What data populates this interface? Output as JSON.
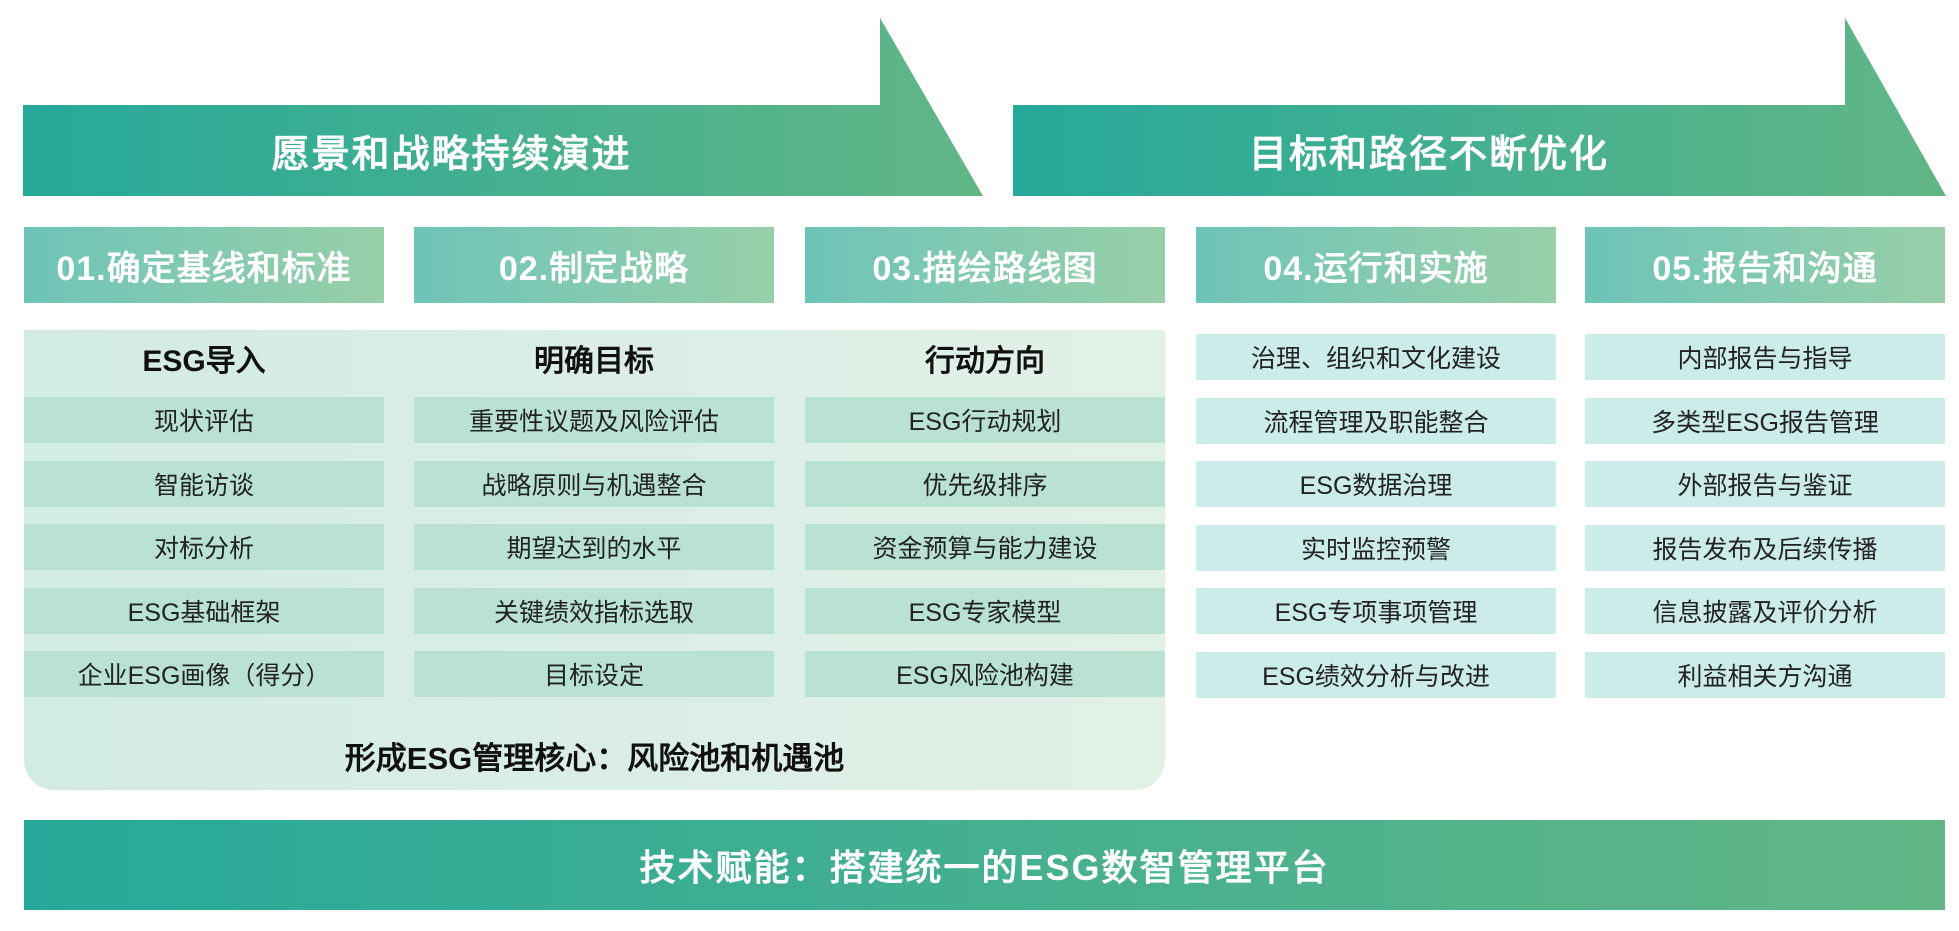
{
  "arrows": [
    {
      "label": "愿景和战略持续演进"
    },
    {
      "label": "目标和路径不断优化"
    }
  ],
  "steps": [
    {
      "label": "01.确定基线和标准",
      "header": "ESG导入",
      "items": [
        "现状评估",
        "智能访谈",
        "对标分析",
        "ESG基础框架",
        "企业ESG画像（得分）"
      ]
    },
    {
      "label": "02.制定战略",
      "header": "明确目标",
      "items": [
        "重要性议题及风险评估",
        "战略原则与机遇整合",
        "期望达到的水平",
        "关键绩效指标选取",
        "目标设定"
      ]
    },
    {
      "label": "03.描绘路线图",
      "header": "行动方向",
      "items": [
        "ESG行动规划",
        "优先级排序",
        "资金预算与能力建设",
        "ESG专家模型",
        "ESG风险池构建"
      ]
    },
    {
      "label": "04.运行和实施",
      "items": [
        "治理、组织和文化建设",
        "流程管理及职能整合",
        "ESG数据治理",
        "实时监控预警",
        "ESG专项事项管理",
        "ESG绩效分析与改进"
      ]
    },
    {
      "label": "05.报告和沟通",
      "items": [
        "内部报告与指导",
        "多类型ESG报告管理",
        "外部报告与鉴证",
        "报告发布及后续传播",
        "信息披露及评价分析",
        "利益相关方沟通"
      ]
    }
  ],
  "core_label": "形成ESG管理核心：风险池和机遇池",
  "bottom_label": "技术赋能：搭建统一的ESG数智管理平台",
  "colors": {
    "accent_start": "#26a99a",
    "accent_end": "#62b686"
  }
}
